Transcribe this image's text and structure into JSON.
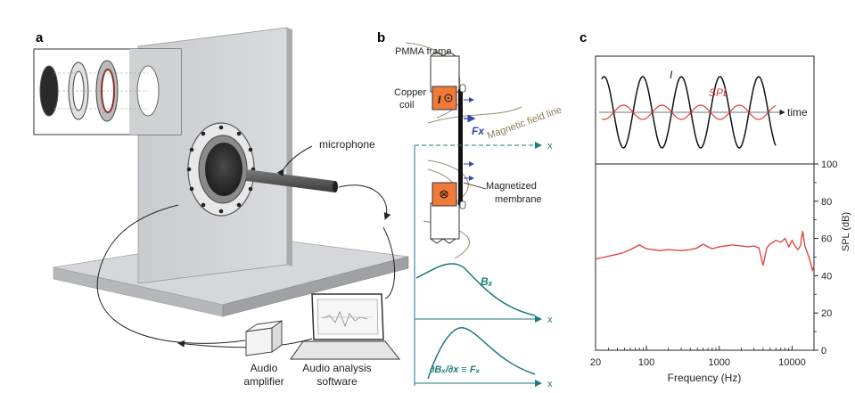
{
  "panel_a": {
    "panel_label": "a",
    "microphone_label": "microphone",
    "amplifier_label_line1": "Audio",
    "amplifier_label_line2": "amplifier",
    "software_label_line1": "Audio analysis",
    "software_label_line2": "software"
  },
  "panel_b": {
    "panel_label": "b",
    "pmma_label": "PMMA frame",
    "copper_label_line1": "Copper",
    "copper_label_line2": "coil",
    "current_symbol": "I",
    "force_label": "Fx",
    "field_line_label": "Magnetic field line",
    "membrane_label_line1": "Magnetized",
    "membrane_label_line2": "membrane",
    "axis_x_label": "x",
    "bx_label": "Bₓ",
    "gradient_label": "∂Bₓ/∂x ≡ Fₓ"
  },
  "panel_c": {
    "panel_label": "c",
    "current_symbol": "I",
    "spl_symbol": "SPL",
    "time_label": "time",
    "y_axis_label": "SPL (dB)",
    "x_axis_label": "Frequency (Hz)",
    "colors": {
      "current": "#111111",
      "spl": "#e23a3a"
    },
    "chart_data": {
      "type": "line",
      "xlabel": "Frequency (Hz)",
      "ylabel": "SPL (dB)",
      "x_scale": "log",
      "xlim": [
        20,
        20000
      ],
      "ylim": [
        0,
        100
      ],
      "x_ticks": [
        20,
        100,
        1000,
        10000
      ],
      "x_tick_labels": [
        "20",
        "100",
        "1000",
        "10000"
      ],
      "y_ticks": [
        0,
        20,
        40,
        60,
        80,
        100
      ],
      "y_tick_labels": [
        "0",
        "20",
        "40",
        "60",
        "80",
        "100"
      ],
      "series": [
        {
          "x": [
            20,
            30,
            45,
            60,
            80,
            100,
            150,
            200,
            300,
            400,
            500,
            600,
            700,
            800,
            1000,
            1500,
            2000,
            2500,
            3000,
            3500,
            4000,
            4500,
            5000,
            6000,
            7000,
            8000,
            9000,
            10000,
            11000,
            12000,
            13000,
            14000,
            15000,
            16000,
            17000,
            18000,
            19000,
            20000
          ],
          "y": [
            49,
            50.5,
            52,
            54,
            56.5,
            54.5,
            53.5,
            54,
            53.5,
            54,
            55,
            57,
            55.5,
            54.5,
            55.5,
            56.5,
            56,
            55.5,
            56,
            55,
            45.5,
            55,
            57,
            59,
            58,
            60,
            55.5,
            59,
            56,
            54,
            56,
            64,
            56,
            53,
            50,
            47,
            43,
            45
          ]
        }
      ]
    }
  }
}
